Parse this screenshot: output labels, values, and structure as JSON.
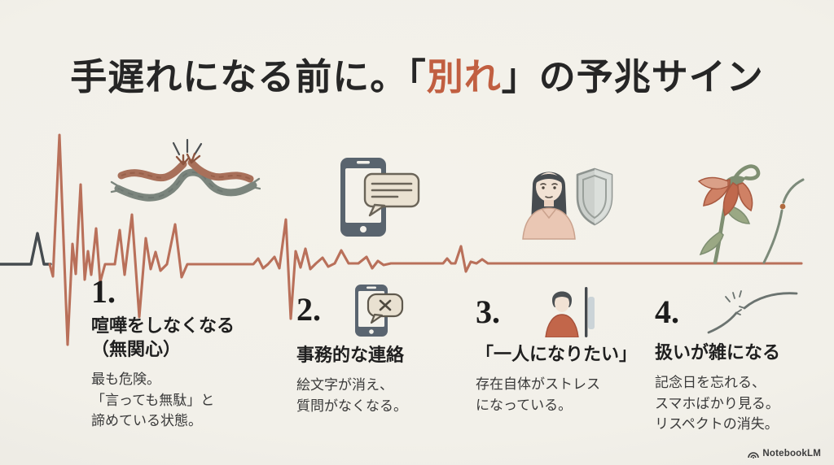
{
  "title": {
    "pre": "手遅れになる前に。",
    "bracket_open": "「",
    "accent": "別れ",
    "bracket_close": "」",
    "post": "の予兆サイン"
  },
  "sections": [
    {
      "num": "1.",
      "heading_lines": {
        "0": "喧嘩をしなくなる",
        "1": "（無関心）"
      },
      "body_lines": {
        "0": "最も危険。",
        "1": "「言っても無駄」と",
        "2": "諦めている状態。"
      },
      "icon": "none"
    },
    {
      "num": "2.",
      "heading_lines": {
        "0": "事務的な連絡"
      },
      "body_lines": {
        "0": "絵文字が消え、",
        "1": "質問がなくなる。"
      },
      "icon": "phone-x-message-icon"
    },
    {
      "num": "3.",
      "heading_lines": {
        "0": "「一人になりたい」"
      },
      "body_lines": {
        "0": "存在自体がストレス",
        "1": "になっている。"
      },
      "icon": "person-behind-wall-icon"
    },
    {
      "num": "4.",
      "heading_lines": {
        "0": "扱いが雑になる"
      },
      "body_lines": {
        "0": "記念日を忘れる、",
        "1": "スマホばかり見る。",
        "2": "リスペクトの消失。"
      },
      "icon": "snapping-thread-icon"
    }
  ],
  "illustrations": {
    "rope": "frayed-rope-breaking",
    "phone": "smartphone-with-message-bubble",
    "woman": "woman-with-shield",
    "flower": "wilted-flower-and-broken-stem"
  },
  "ekg": {
    "description": "heartbeat-line-fading-to-flatline",
    "color": "#b9705a",
    "start_color": "#454b4f"
  },
  "watermark": {
    "label": "NotebookLM"
  },
  "colors": {
    "background": "#f2f0e9",
    "accent": "#c15f41",
    "text": "#262626",
    "ekg": "#b9705a"
  }
}
